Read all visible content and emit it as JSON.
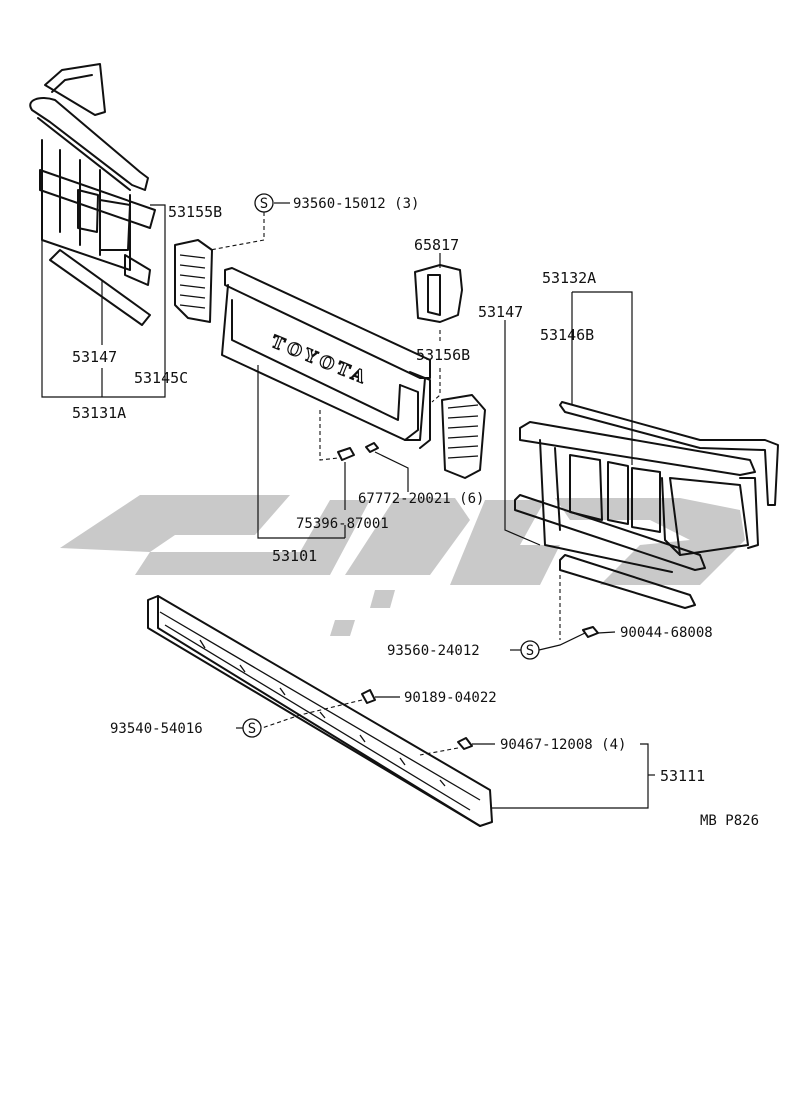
{
  "labels": {
    "p53155B": "53155B",
    "p93560_15012": "93560-15012 (3)",
    "p65817": "65817",
    "p53132A": "53132A",
    "p53147_right": "53147",
    "p53146B": "53146B",
    "p53156B": "53156B",
    "p53147_left": "53147",
    "p53145C": "53145C",
    "p53131A": "53131A",
    "p67772_20021": "67772-20021 (6)",
    "p75396_87001": "75396-87001",
    "p53101": "53101",
    "p90044_68008": "90044-68008",
    "p93560_24012": "93560-24012",
    "p90189_04022": "90189-04022",
    "p93540_54016": "93540-54016",
    "p90467_12008": "90467-12008 (4)",
    "p53111": "53111",
    "figure_code": "MB P826"
  },
  "grille_logo": "TOYOTA",
  "symbols": {
    "s_mark": "S"
  },
  "colors": {
    "line": "#111111",
    "watermark": "#c9c9c9",
    "background": "#ffffff"
  }
}
